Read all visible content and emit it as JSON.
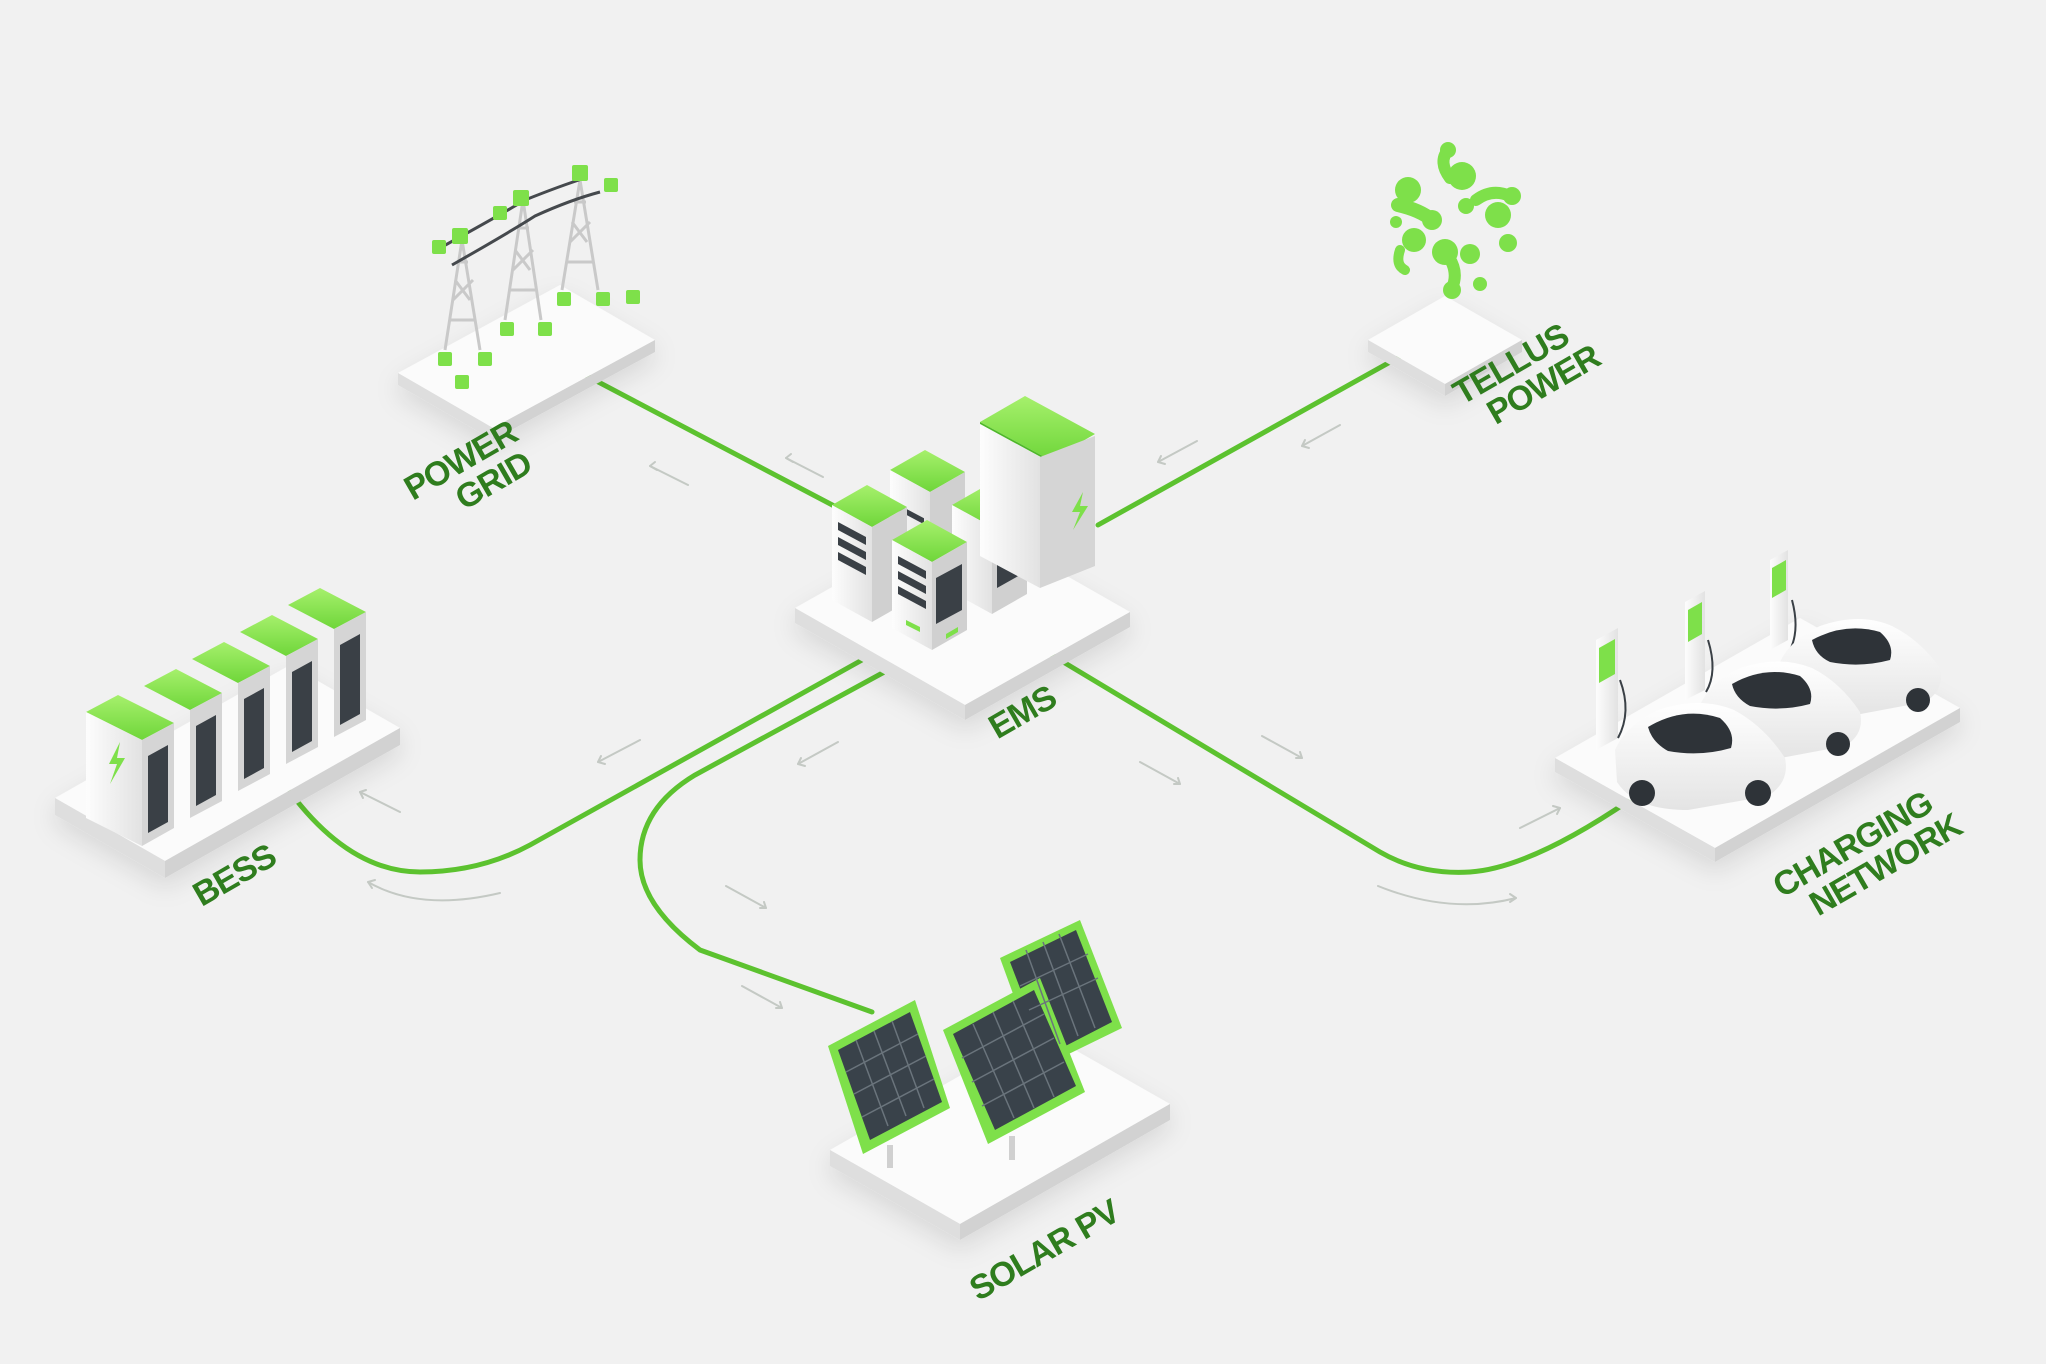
{
  "colors": {
    "background": "#f1f1f1",
    "accent": "#7ee04a",
    "accent_dark": "#4fb82a",
    "line": "#5cc22f",
    "label": "#2f7d1e",
    "arrow": "#c4c9c4",
    "platform": "#fbfbfb",
    "platform_side": "#dcdcdc",
    "device": "#eeeeee",
    "device_side": "#cfcfcf",
    "panel": "#39424a"
  },
  "nodes": {
    "ems": {
      "label": "EMS",
      "icon": "server-cluster-icon"
    },
    "power_grid": {
      "label_line1": "POWER",
      "label_line2": "GRID",
      "icon": "transmission-tower-icon"
    },
    "tellus_power": {
      "label_line1": "TELLUS",
      "label_line2": "POWER",
      "icon": "tellus-logo-icon"
    },
    "bess": {
      "label": "BESS",
      "icon": "battery-storage-icon"
    },
    "solar_pv": {
      "label": "SOLAR PV",
      "icon": "solar-panel-icon"
    },
    "charging_network": {
      "label_line1": "CHARGING",
      "label_line2": "NETWORK",
      "icon": "ev-charger-car-icon"
    }
  }
}
